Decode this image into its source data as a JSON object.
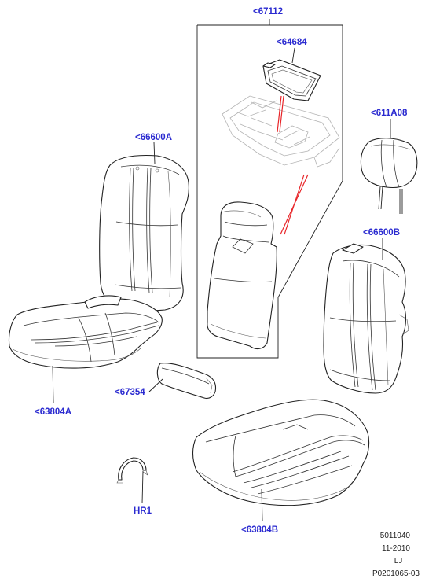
{
  "callouts": {
    "c67112": "<67112",
    "c64684": "<64684",
    "c611A08": "<611A08",
    "c66600A": "<66600A",
    "c66600B": "<66600B",
    "c67354": "<67354",
    "c63804A": "<63804A",
    "c63804B": "<63804B",
    "cHR1": "HR1"
  },
  "footer": {
    "line1": "5011040",
    "line2": "11-2010",
    "line3": "LJ",
    "line4": "P0201065-03"
  },
  "colors": {
    "callout_text": "#2a2ad0",
    "outline": "#222222",
    "indicator": "#e8262a",
    "ghost_context": "#b3b3b3"
  }
}
